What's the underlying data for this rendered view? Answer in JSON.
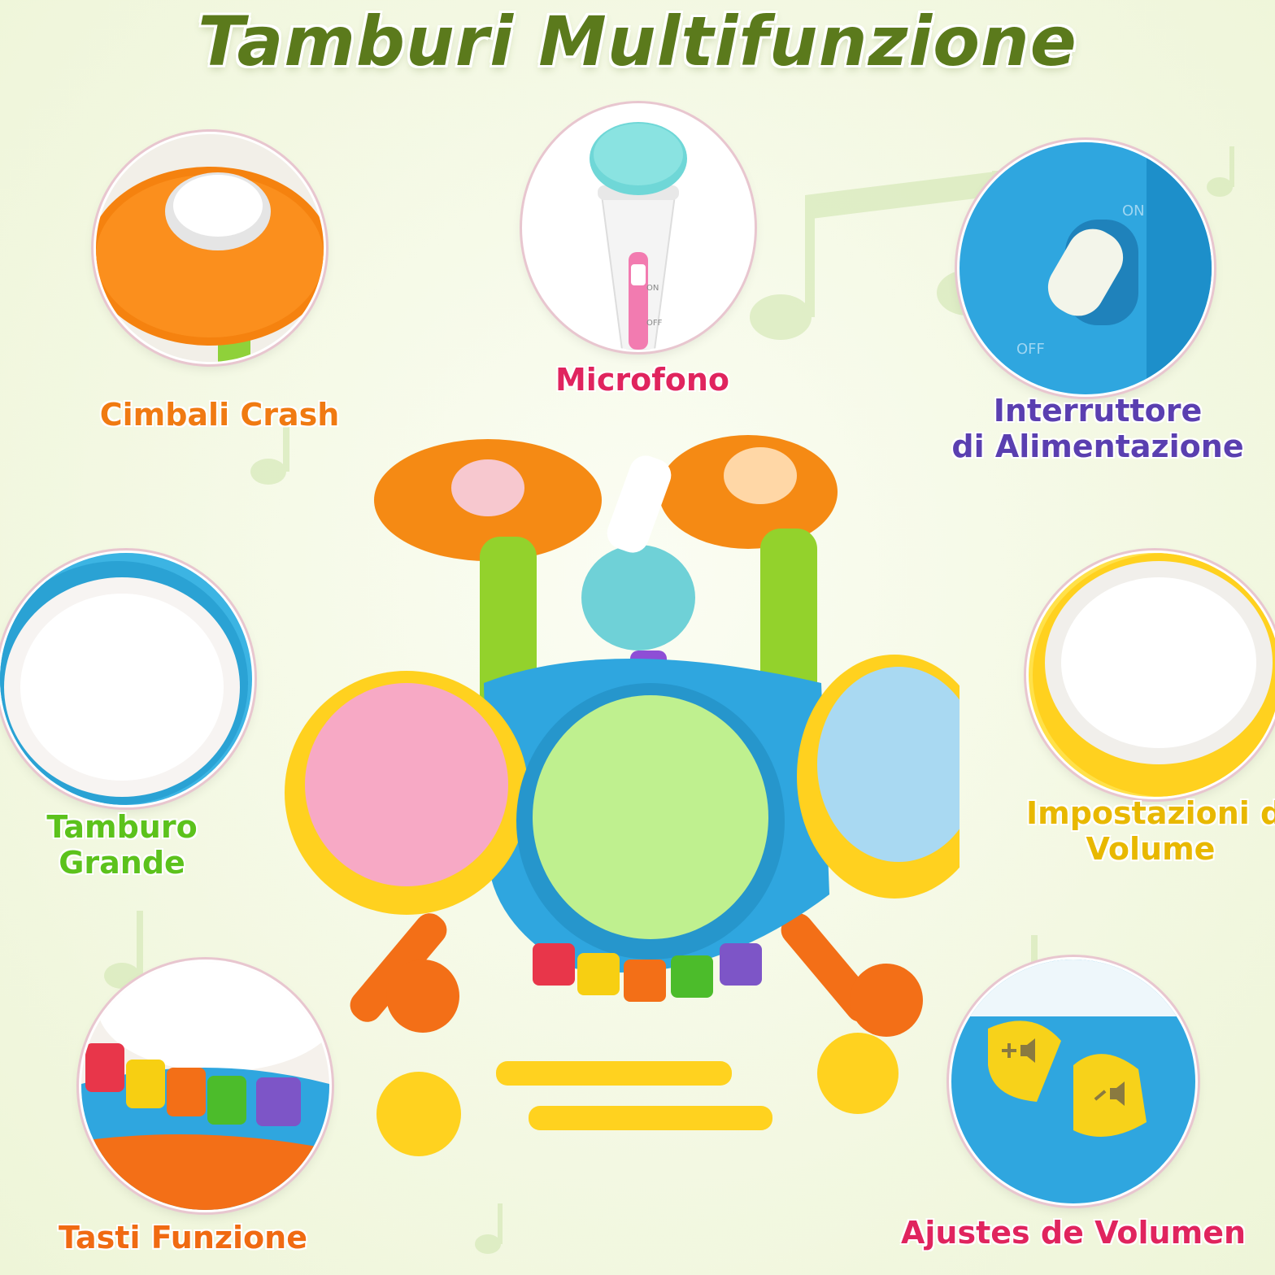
{
  "title": "Tamburi Multifunzione",
  "labels": {
    "cymbals": "Cimbali Crash",
    "microphone": "Microfono",
    "power_line1": "Interruttore",
    "power_line2": "di Alimentazione",
    "big_drum_line1": "Tamburo",
    "big_drum_line2": "Grande",
    "volume_settings_line1": "Impostazioni del",
    "volume_settings_line2": "Volume",
    "function_keys": "Tasti Funzione",
    "volume_adjust": "Ajustes de Volumen"
  },
  "colors": {
    "title": "#5b7a1c",
    "cymbals_label": "#f07a12",
    "microphone_label": "#e0245e",
    "power_label": "#5a3fb0",
    "big_drum_label": "#5cc21c",
    "volume_settings_label": "#e8b800",
    "function_keys_label": "#f06a12",
    "volume_adjust_label": "#e0245e"
  },
  "switch_text": {
    "on": "ON",
    "off": "OFF"
  },
  "icons": [
    "music-note-icon",
    "volume-up-icon",
    "volume-down-icon"
  ]
}
